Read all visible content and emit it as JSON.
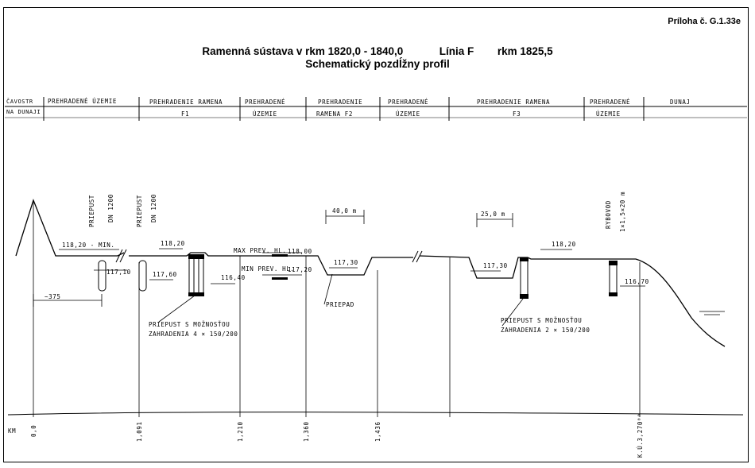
{
  "annex_label": "Príloha č. G.1.33e",
  "title": {
    "line1_part1": "Ramenná sústava v rkm 1820,0 - 1840,0",
    "line1_part2": "Línia F",
    "line1_part3": "rkm 1825,5",
    "line2": "Schematický pozdĺžny profil"
  },
  "sections": [
    {
      "top": "ČAVOSTR",
      "bottom": "NA DUNAJI"
    },
    {
      "top": "PREHRADENÉ ÚZEMIE",
      "bottom": ""
    },
    {
      "top": "PREHRADENIE RAMENA",
      "bottom": "F1"
    },
    {
      "top": "PREHRADENÉ",
      "bottom": "ÚZEMIE"
    },
    {
      "top": "PREHRADENIE",
      "bottom": "RAMENA F2"
    },
    {
      "top": "PREHRADENÉ",
      "bottom": "ÚZEMIE"
    },
    {
      "top": "PREHRADENIE RAMENA",
      "bottom": "F3"
    },
    {
      "top": "PREHRADENÉ",
      "bottom": "ÚZEMIE"
    },
    {
      "top": "DUNAJ",
      "bottom": ""
    }
  ],
  "vertical_labels": {
    "culvert1": "PRIEPUST",
    "culvert1_dn": "DN 1200",
    "culvert2": "PRIEPUST",
    "culvert2_dn": "DN 1200",
    "fishway": "RYBOVOD",
    "fishway_size": "1×1,5×20 m"
  },
  "elevations": {
    "e1": "118,20 - MIN.",
    "e2": "117,10",
    "e3": "118,20",
    "e4": "117,60",
    "e5": "116,40",
    "e6": "MAX PREV. HL.",
    "e7": "118,00",
    "e8": "MIN PREV. HL.",
    "e9": "117,20",
    "e10": "117,30",
    "e11": "117,30",
    "e12": "118,20",
    "e13": "116,70"
  },
  "dimensions": {
    "d1": "~375",
    "d2": "40,0 m",
    "d3": "25,0 m"
  },
  "notes": {
    "n1_line1": "PRIEPUST S MOŽNOSŤOU",
    "n1_line2": "ZAHRADENIA 4 × 150/200",
    "n2": "PRIEPAD",
    "n3_line1": "PRIEPUST S MOŽNOSŤOU",
    "n3_line2": "ZAHRADENIA 2 × 150/200"
  },
  "km_axis": {
    "label": "KM",
    "ticks": [
      "0,0",
      "1,091",
      "1,210",
      "1,360",
      "1,436",
      "K.Ú.3,270⁰⁰"
    ]
  }
}
